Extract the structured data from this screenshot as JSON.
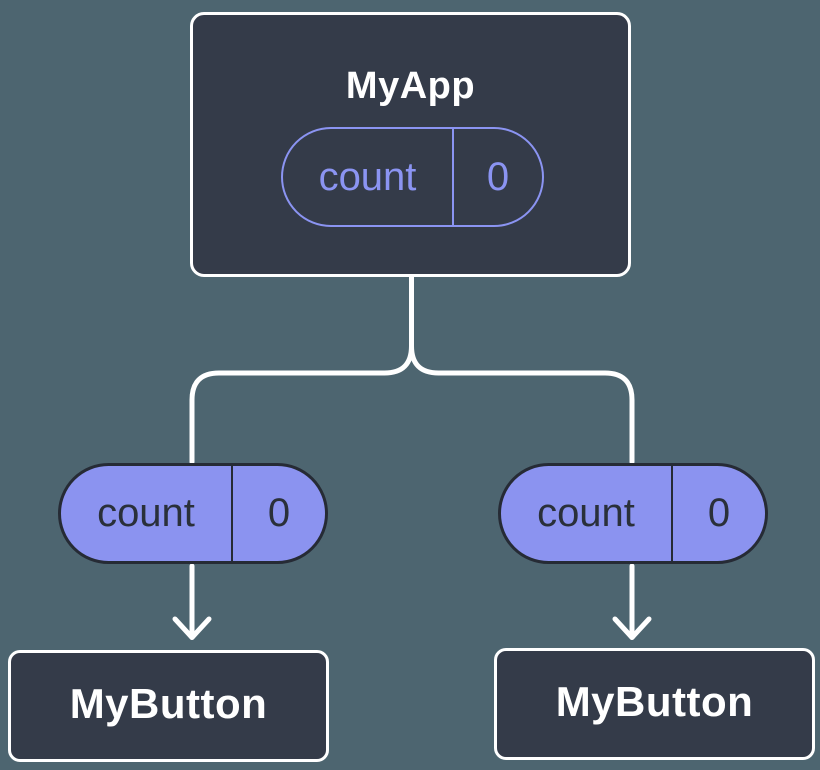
{
  "colors": {
    "background": "#4D6570",
    "node_fill": "#343B49",
    "node_border": "#FFFFFF",
    "title_text": "#FFFFFF",
    "accent": "#8B94F2",
    "pill_fill": "#8B93F0",
    "pill_border": "#262B35",
    "pill_text": "#2A303A",
    "connector": "#FFFFFF"
  },
  "tree": {
    "root": {
      "title": "MyApp",
      "state_pill": {
        "label": "count",
        "value": "0"
      }
    },
    "children": [
      {
        "prop_pill": {
          "label": "count",
          "value": "0"
        },
        "title": "MyButton"
      },
      {
        "prop_pill": {
          "label": "count",
          "value": "0"
        },
        "title": "MyButton"
      }
    ]
  }
}
